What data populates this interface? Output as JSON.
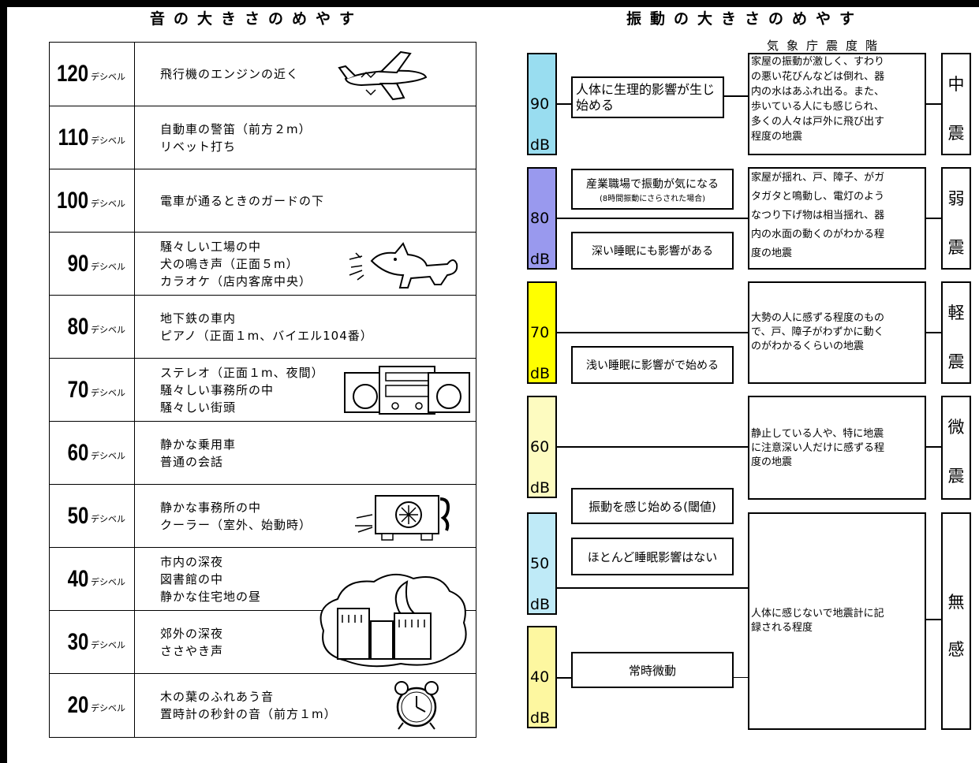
{
  "sound_title": "音の大きさのめやす",
  "vibration_title": "振動の大きさのめやす",
  "jma_header": "気象庁震度階",
  "db_unit_sound": "デシベル",
  "db_unit_vib": "dB",
  "sound_rows": [
    {
      "db": "120",
      "lines": [
        "飛行機のエンジンの近く"
      ]
    },
    {
      "db": "110",
      "lines": [
        "自動車の警笛（前方２m）",
        "リベット打ち"
      ]
    },
    {
      "db": "100",
      "lines": [
        "電車が通るときのガードの下"
      ]
    },
    {
      "db": "90",
      "lines": [
        "騒々しい工場の中",
        "犬の鳴き声（正面５m）",
        "カラオケ（店内客席中央）"
      ]
    },
    {
      "db": "80",
      "lines": [
        "地下鉄の車内",
        "ピアノ（正面１m、バイエル104番）"
      ]
    },
    {
      "db": "70",
      "lines": [
        "ステレオ（正面１m、夜間）",
        "騒々しい事務所の中",
        "騒々しい街頭"
      ]
    },
    {
      "db": "60",
      "lines": [
        "静かな乗用車",
        "普通の会話"
      ]
    },
    {
      "db": "50",
      "lines": [
        "静かな事務所の中",
        "クーラー（室外、始動時）"
      ]
    },
    {
      "db": "40",
      "lines": [
        "市内の深夜",
        "図書館の中",
        "静かな住宅地の昼"
      ]
    },
    {
      "db": "30",
      "lines": [
        "郊外の深夜",
        "ささやき声"
      ]
    },
    {
      "db": "20",
      "lines": [
        "木の葉のふれあう音",
        "置時計の秒針の音（前方１m）"
      ]
    }
  ],
  "vib_levels": [
    {
      "value": "90",
      "color": "#99ddf0"
    },
    {
      "value": "80",
      "color": "#9999ee"
    },
    {
      "value": "70",
      "color": "#ffff00"
    },
    {
      "value": "60",
      "color": "#fdfbc0"
    },
    {
      "value": "50",
      "color": "#bfeaf7"
    },
    {
      "value": "40",
      "color": "#fdf7a0"
    }
  ],
  "vib_labels": {
    "physio": "人体に生理的影響が生じ始める",
    "industrial_main": "産業職場で振動が気になる",
    "industrial_sub": "(8時間振動にさらされた場合)",
    "deep_sleep": "深い睡眠にも影響がある",
    "light_sleep": "浅い睡眠に影響がで始める",
    "threshold": "振動を感じ始める(閾値)",
    "no_sleep": "ほとんど睡眠影響はない",
    "constant": "常時微動"
  },
  "jma_descriptions": [
    {
      "lines": [
        "家屋の振動が激しく、すわり",
        "の悪い花びんなどは倒れ、器",
        "内の水はあふれ出る。また、",
        "歩いている人にも感じられ、",
        "多くの人々は戸外に飛び出す",
        "程度の地震"
      ]
    },
    {
      "lines": [
        "家屋が揺れ、戸、障子、がガ",
        "タガタと鳴動し、電灯のよう",
        "なつり下げ物は相当揺れ、器",
        "内の水面の動くのがわかる程",
        "度の地震"
      ]
    },
    {
      "lines": [
        "大勢の人に感ずる程度のもの",
        "で、戸、障子がわずかに動く",
        "のがわかるくらいの地震"
      ]
    },
    {
      "lines": [
        "静止している人や、特に地震",
        "に注意深い人だけに感ずる程",
        "度の地震"
      ]
    },
    {
      "lines": [
        "人体に感じないで地震計に記",
        "録される程度"
      ]
    }
  ],
  "intensity_scales": [
    {
      "c1": "中",
      "c2": "震"
    },
    {
      "c1": "弱",
      "c2": "震"
    },
    {
      "c1": "軽",
      "c2": "震"
    },
    {
      "c1": "微",
      "c2": "震"
    },
    {
      "c1": "無",
      "c2": "感"
    }
  ]
}
